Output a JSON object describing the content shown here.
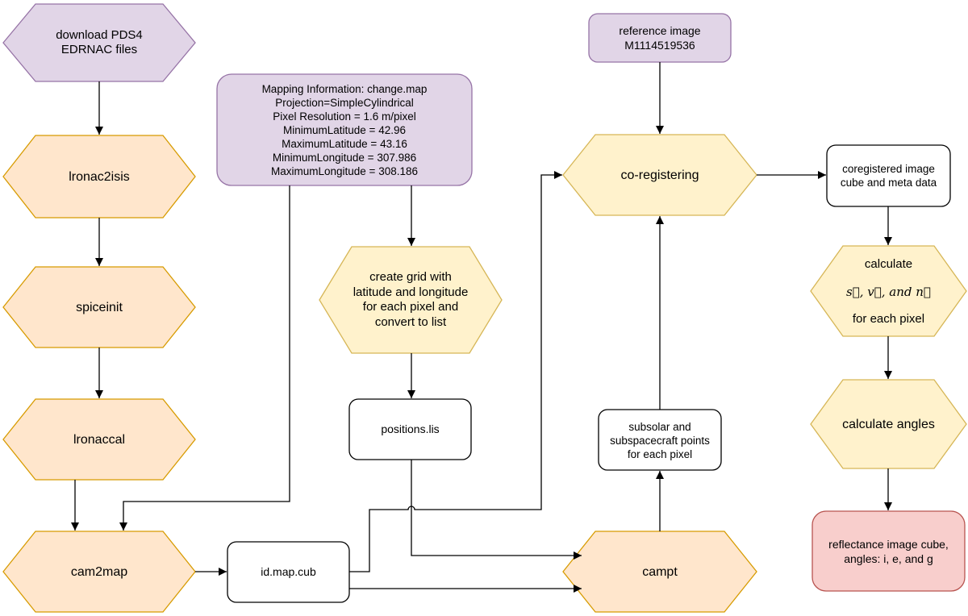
{
  "colors": {
    "purple_fill": "#e1d5e7",
    "purple_stroke": "#9673a6",
    "orange_fill": "#ffe6cc",
    "orange_stroke": "#d79b00",
    "yellow_fill": "#fff2cc",
    "yellow_stroke": "#d6b656",
    "red_fill": "#f8cecc",
    "red_stroke": "#b85450",
    "white_fill": "#ffffff",
    "black_stroke": "#000000"
  },
  "nodes": {
    "download": "download PDS4\nEDRNAC files",
    "lronac2isis": "lronac2isis",
    "spiceinit": "spiceinit",
    "lronaccal": "lronaccal",
    "cam2map": "cam2map",
    "mapping": "Mapping Information: change.map\nProjection=SimpleCylindrical\nPixel Resolution = 1.6 m/pixel\nMinimumLatitude = 42.96\n    MaximumLatitude = 43.16\nMinimumLongitude = 307.986\nMaximumLongitude = 308.186",
    "create_grid": "create grid with\nlatitude and longitude\nfor each pixel and\nconvert to list",
    "positions": "positions.lis",
    "id_map": "id.map.cub",
    "reference": "reference image\nM1114519536",
    "coregistering": "co-registering",
    "subsolar": "subsolar and\nsubspacecraft points\nfor each pixel",
    "campt": "campt",
    "coregistered": "coregistered image\ncube and meta data",
    "calc_top": "calculate",
    "calc_math": "s⃗, v⃗, and n⃗",
    "calc_bottom": "for each pixel",
    "calc_angles": "calculate angles",
    "reflectance": "reflectance image cube,\nangles: i, e, and g"
  }
}
